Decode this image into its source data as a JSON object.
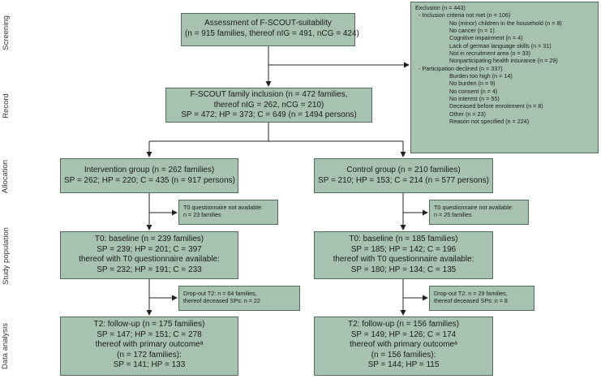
{
  "stages": {
    "screening": "Screening",
    "record": "Record",
    "allocation": "Allocation",
    "study_population": "Study population",
    "data_analysis": "Data analysis"
  },
  "assessment": {
    "line1": "Assessment of F-SCOUT-suitability",
    "line2": "(n = 915 families, thereof nIG = 491, nCG = 424)"
  },
  "inclusion": {
    "line1": "F-SCOUT family inclusion (n = 472 families,",
    "line2": "thereof nIG = 262, nCG = 210)",
    "line3": "SP = 472; HP = 373; C = 649 (n = 1494 persons)"
  },
  "exclusion": {
    "title": "Exclusion (n = 443)",
    "criteria_header": "-   Inclusion criteria not met (n = 106)",
    "criteria": [
      "No (minor) children in the household (n = 8)",
      "No cancer (n = 1)",
      "Cognitive impairment (n = 4)",
      "Lack of german language skills (n = 31)",
      "Not in recruitment area (n = 33)",
      "Nonparticipating health insurance (n = 29)"
    ],
    "declined_header": "-   Participation declined (n = 337)",
    "declined": [
      "Burden too high (n = 14)",
      "No burden (n = 9)",
      "No consent (n = 4)",
      "No interest (n = 55)",
      "Deceased before enrolement (n = 8)",
      "Other (n = 23)",
      "Reason not specified (n = 224)"
    ]
  },
  "intervention": {
    "allocation": {
      "line1": "Intervention group (n = 262 families)",
      "line2": "SP = 262; HP = 220; C = 435 (n = 917 persons)"
    },
    "t0_missing": {
      "line1": "T0 questionnaire not available:",
      "line2": "n = 23 families"
    },
    "baseline": {
      "line1": "T0: baseline (n = 239 families)",
      "line2": "SP = 239; HP = 201; C = 397",
      "line3": "thereof with T0 questionnaire available:",
      "line4": "SP = 232; HP = 191; C = 233"
    },
    "dropout": {
      "line1": "Drop-out T2: n = 64 families,",
      "line2": "thereof deceased SPs: n = 22"
    },
    "followup": {
      "line1": "T2: follow-up (n = 175 families)",
      "line2": "SP = 147; HP = 151; C = 278",
      "line3": "thereof with primary outcomeᵃ",
      "line4": "(n = 172 families):",
      "line5": "SP = 141; HP = 133"
    }
  },
  "control": {
    "allocation": {
      "line1": "Control group (n = 210 families)",
      "line2": "SP = 210; HP = 153; C = 214 (n = 577 persons)"
    },
    "t0_missing": {
      "line1": "T0 questionnaire not available:",
      "line2": "n = 25 families"
    },
    "baseline": {
      "line1": "T0: baseline (n = 185 families)",
      "line2": "SP = 185; HP = 142; C = 196",
      "line3": "thereof with T0 questionnaire available:",
      "line4": "SP = 180; HP = 134; C = 135"
    },
    "dropout": {
      "line1": "Drop-out T2: n = 29 families,",
      "line2": "thereof deceased SPs: n = 8"
    },
    "followup": {
      "line1": "T2: follow-up (n = 156 families)",
      "line2": "SP = 149; HP = 126; C = 174",
      "line3": "thereof with primary outcomeᵃ",
      "line4": "(n = 156 families):",
      "line5": "SP = 144; HP = 115"
    }
  },
  "colors": {
    "box_fill": "#a8c2b2",
    "box_border": "#4f6b5a",
    "connector": "#222222"
  }
}
